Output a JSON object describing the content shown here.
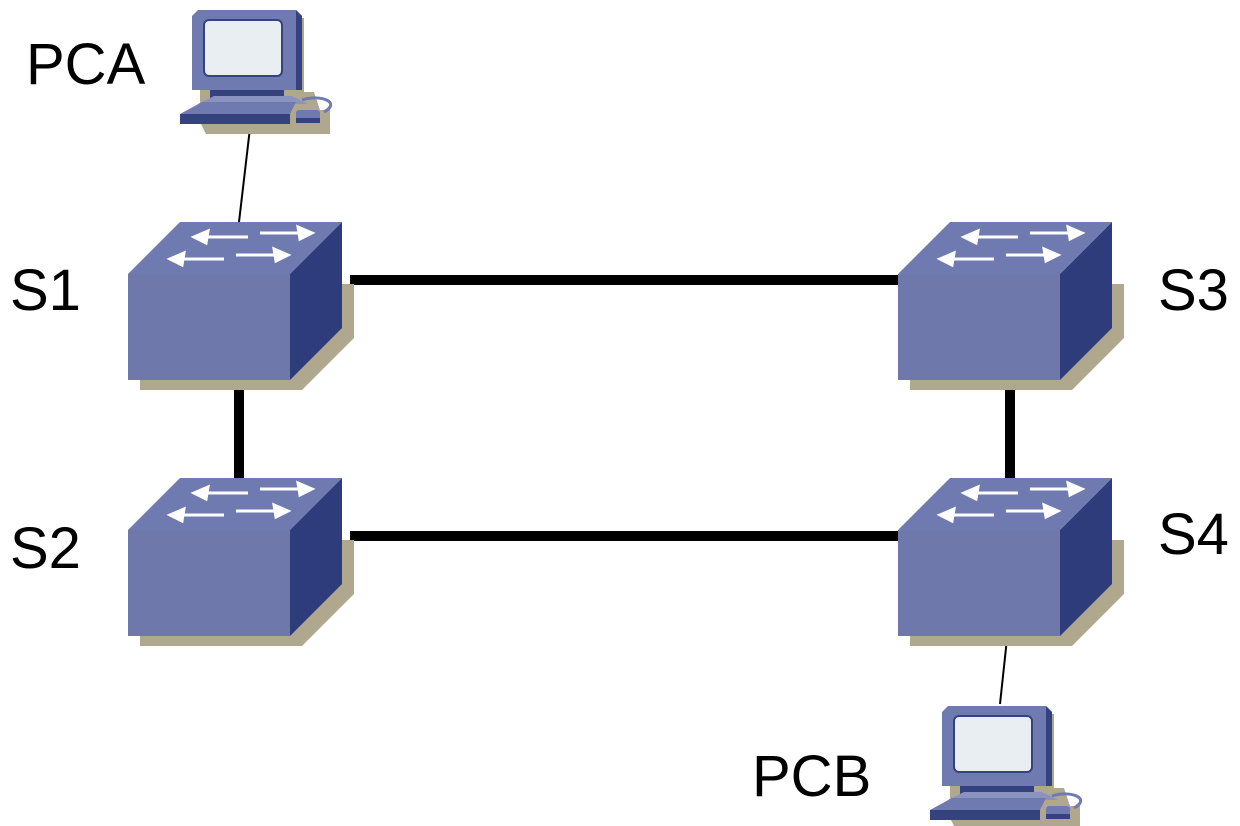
{
  "diagram": {
    "pcs": [
      {
        "id": "pca",
        "label": "PCA"
      },
      {
        "id": "pcb",
        "label": "PCB"
      }
    ],
    "switches": [
      {
        "id": "s1",
        "label": "S1"
      },
      {
        "id": "s2",
        "label": "S2"
      },
      {
        "id": "s3",
        "label": "S3"
      },
      {
        "id": "s4",
        "label": "S4"
      }
    ],
    "links": [
      {
        "from": "PCA",
        "to": "S1",
        "type": "thin"
      },
      {
        "from": "S1",
        "to": "S3",
        "type": "thick"
      },
      {
        "from": "S1",
        "to": "S2",
        "type": "thick"
      },
      {
        "from": "S3",
        "to": "S4",
        "type": "thick"
      },
      {
        "from": "S2",
        "to": "S4",
        "type": "thick"
      },
      {
        "from": "S4",
        "to": "PCB",
        "type": "thin"
      }
    ]
  },
  "colors": {
    "switch_top": "#6f7ab0",
    "switch_front": "#6e78aa",
    "switch_side": "#2f3c7c",
    "switch_shadow": "#b0a78f",
    "arrow": "#ffffff",
    "link": "#000000",
    "pc_body": "#6f7ab0",
    "pc_dark": "#34427f",
    "pc_screen": "#e9eef3"
  }
}
